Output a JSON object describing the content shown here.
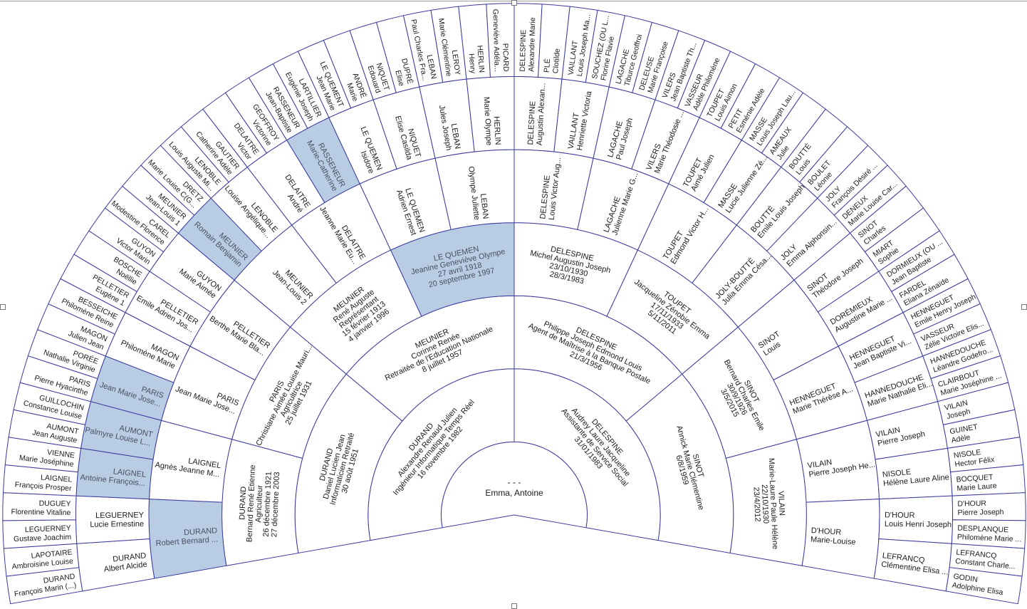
{
  "colors": {
    "line": "#3b3b9e",
    "highlight": "#b8cce4",
    "cell": "#ffffff"
  },
  "fan": {
    "root": {
      "lines": [
        "- - -",
        "Emma, Antoine"
      ]
    },
    "generations": [
      {
        "people": [
          {
            "lines": [
              "DURAND",
              "Alexandre Renaud Julien",
              "Ingénieur Informatique Temps Réel",
              "16 novembre 1982"
            ]
          },
          {
            "lines": [
              "DELESPINE",
              "Audrey Laure Jacqueline",
              "Assistante de Service Social",
              "31/01/1983"
            ]
          }
        ]
      },
      {
        "people": [
          {
            "lines": [
              "DURAND",
              "Daniel Lucien Jean",
              "Informaticien Retraité",
              "30 août 1951"
            ]
          },
          {
            "lines": [
              "MEUNIER",
              "Corinne Renée",
              "Retraitée de l'Education Nationale",
              "8 juillet 1957"
            ]
          },
          {
            "lines": [
              "DELESPINE",
              "Philippe Joseph Edmond Louis",
              "Agent de Maîtrise à la Banque Postale",
              "21/3/1956"
            ]
          },
          {
            "lines": [
              "SINOT",
              "Annick Marie Clémentine",
              "6/8/1959"
            ]
          }
        ]
      },
      {
        "people": [
          {
            "lines": [
              "DURAND",
              "Bernard René Etienne",
              "Agriculteur",
              "26 décembre 1921",
              "27 décembre 2003"
            ]
          },
          {
            "lines": [
              "PARIS",
              "Christiane Aimée Louise Mauri...",
              "Agricultrice",
              "25 juillet 1931"
            ]
          },
          {
            "lines": [
              "MEUNIER",
              "René Auguste",
              "Représentant",
              "15 février 1913",
              "4 janvier 1996"
            ]
          },
          {
            "lines": [
              "LE QUEMEN",
              "Jeanine Geneviève Olympe",
              "27 avril 1918",
              "20 septembre 1997"
            ],
            "highlighted": true
          },
          {
            "lines": [
              "DELESPINE",
              "Michel Augustin Joseph",
              "23/10/1930",
              "28/3/1983"
            ]
          },
          {
            "lines": [
              "TOUPET",
              "Jacqueline Zénobie Emma",
              "17/11/1933",
              "5/11/2011"
            ]
          },
          {
            "lines": [
              "SINOT",
              "Bernard Charles Emile",
              "30/9/1926",
              "3/5/2015"
            ]
          },
          {
            "lines": [
              "VILAIN",
              "Marie-Laure Paule Hélène",
              "22/10/1930",
              "23/4/2012"
            ]
          }
        ]
      },
      {
        "people": [
          {
            "lines": [
              "DURAND",
              "Robert Bernard ..."
            ],
            "highlighted": true
          },
          {
            "lines": [
              "LAIGNEL",
              "Agnès Jeanne M..."
            ]
          },
          {
            "lines": [
              "PARIS",
              "Jean Marie Jose..."
            ]
          },
          {
            "lines": [
              "PELLETIER",
              "Berthe Marie Bla..."
            ]
          },
          {
            "lines": [
              "MEUNIER",
              "Jean-Louis 2"
            ]
          },
          {
            "lines": [
              "DELAITRE",
              "Jeanne Marie Eu..."
            ]
          },
          {
            "lines": [
              "LE QUEMEN",
              "Adrien Ernest"
            ]
          },
          {
            "lines": [
              "LEBAN",
              "Olympe Juliette"
            ]
          },
          {
            "lines": [
              "DELESPINE",
              "Louis Victor Aug..."
            ]
          },
          {
            "lines": [
              "LAGACHE",
              "Julienne Marie G..."
            ]
          },
          {
            "lines": [
              "TOUPET",
              "Edmond Victor H..."
            ]
          },
          {
            "lines": [
              "JOLY-BOUTTÉ",
              "Julia Emma Césa..."
            ]
          },
          {
            "lines": [
              "SINOT",
              "Louis"
            ]
          },
          {
            "lines": [
              "HENNEGUET",
              "Marie Thérèse A..."
            ]
          },
          {
            "lines": [
              "VILAIN",
              "Pierre Joseph He..."
            ]
          },
          {
            "lines": [
              "D'HOUR",
              "Marie-Louise"
            ]
          }
        ]
      },
      {
        "people": [
          {
            "lines": [
              "DURAND",
              "Albert Alcide"
            ]
          },
          {
            "lines": [
              "LEGUERNEY",
              "Lucie Ernestine"
            ]
          },
          {
            "lines": [
              "LAIGNEL",
              "Antoine François..."
            ],
            "highlighted": true
          },
          {
            "lines": [
              "AUMONT",
              "Palmyre Louise L..."
            ],
            "highlighted": true
          },
          {
            "lines": [
              "PARIS",
              "Jean Marie Jose..."
            ],
            "highlighted": true
          },
          {
            "lines": [
              "MAGON",
              "Philomène Marie"
            ]
          },
          {
            "lines": [
              "PELLETIER",
              "Emile Adrien Jos..."
            ]
          },
          {
            "lines": [
              "GUYON",
              "Marie Aimée"
            ]
          },
          {
            "lines": [
              "MEUNIER",
              "Romain Benjamin"
            ],
            "highlighted": true
          },
          {
            "lines": [
              "LENOBLE",
              "Louise Angélique..."
            ]
          },
          {
            "lines": [
              "DELAITRE",
              "André"
            ]
          },
          {
            "lines": [
              "RASSENEUR",
              "Marie-Catherine"
            ],
            "highlighted": true
          },
          {
            "lines": [
              "LE QUEMEN",
              "Isidore"
            ]
          },
          {
            "lines": [
              "NIQUET",
              "Elise Casilda"
            ]
          },
          {
            "lines": [
              "LEBAN",
              "Jules Joseph"
            ]
          },
          {
            "lines": [
              "HERLIN",
              "Marie Olympe"
            ]
          },
          {
            "lines": [
              "DELESPINE",
              "Augustin Alexan..."
            ]
          },
          {
            "lines": [
              "VAILLANT",
              "Henriette Victoria"
            ]
          },
          {
            "lines": [
              "LAGACHE",
              "Paul Joseph"
            ]
          },
          {
            "lines": [
              "VILERS",
              "Marie Théodosie ..."
            ]
          },
          {
            "lines": [
              "TOUPET",
              "Aimé Julien"
            ]
          },
          {
            "lines": [
              "MASSE",
              "Lucie Julienne Zé..."
            ]
          },
          {
            "lines": [
              "BOUTTÉ",
              "Emile Louis Joseph"
            ]
          },
          {
            "lines": [
              "JOLY",
              "Emma Alphonsin..."
            ]
          },
          {
            "lines": [
              "SINOT",
              "Théodore Joseph"
            ]
          },
          {
            "lines": [
              "DORÉMIEUX",
              "Augustine Marie ..."
            ]
          },
          {
            "lines": [
              "HENNEGUET",
              "Jean Baptiste Vi..."
            ]
          },
          {
            "lines": [
              "HANNEDOUCHE",
              "Marie Nathalie Eli..."
            ]
          },
          {
            "lines": [
              "VILAIN",
              "Pierre Joseph"
            ]
          },
          {
            "lines": [
              "NISOLE",
              "Hélène Laure Aline"
            ]
          },
          {
            "lines": [
              "D'HOUR",
              "Louis Henri Joseph"
            ]
          },
          {
            "lines": [
              "LEFRANCQ",
              "Clémentine Elisa ..."
            ]
          }
        ]
      },
      {
        "people": [
          {
            "lines": [
              "DURAND",
              "François Marin (...)"
            ]
          },
          {
            "lines": [
              "LAPOTAIRE",
              "Ambroisine Louise"
            ]
          },
          {
            "lines": [
              "LEGUERNEY",
              "Gustave Joachim"
            ]
          },
          {
            "lines": [
              "DUGUEY",
              "Florentine Vitaline"
            ]
          },
          {
            "lines": [
              "LAIGNEL",
              "François Prosper"
            ]
          },
          {
            "lines": [
              "VIENNE",
              "Marie Joséphine"
            ]
          },
          {
            "lines": [
              "AUMONT",
              "Jean Auguste"
            ]
          },
          {
            "lines": [
              "GUILLOCHIN",
              "Constance Louise"
            ]
          },
          {
            "lines": [
              "PARIS",
              "Pierre Hyacinthe"
            ]
          },
          {
            "lines": [
              "PORÉE",
              "Nathalie Virginie"
            ]
          },
          {
            "lines": [
              "MAGON",
              "Julien Jean"
            ]
          },
          {
            "lines": [
              "BESSEICHE",
              "Philomène Reine"
            ]
          },
          {
            "lines": [
              "PELLETIER",
              "Eugène 1"
            ]
          },
          {
            "lines": [
              "BOSCHE",
              "Noëllie"
            ]
          },
          {
            "lines": [
              "GUYON",
              "Victor Marin"
            ]
          },
          {
            "lines": [
              "CAREL",
              "Modestine Florence"
            ]
          },
          {
            "lines": [
              "MEUNIER",
              "Jean-Louis 1"
            ]
          },
          {
            "lines": [
              "DRETZ",
              "Marie Louise C(G..."
            ]
          },
          {
            "lines": [
              "LENOBLE",
              "Louis Auguste Mi..."
            ]
          },
          {
            "lines": [
              "GAUTIER",
              "Catherine Adèle"
            ]
          },
          {
            "lines": [
              "DELAITRE",
              "Victor"
            ]
          },
          {
            "lines": [
              "GEOFFROY",
              "Victorine"
            ]
          },
          {
            "lines": [
              "RASSENEUR",
              "Jean-Baptiste"
            ]
          },
          {
            "lines": [
              "LARTILLIER",
              "Eugénie Joseph"
            ]
          },
          {
            "lines": [
              "LE QUEMENT",
              "Jean Marie"
            ]
          },
          {
            "lines": [
              "ANDRÉ",
              "Marie"
            ]
          },
          {
            "lines": [
              "NIQUET",
              "Edouard"
            ]
          },
          {
            "lines": [
              "DUPRÉ",
              "Elise"
            ]
          },
          {
            "lines": [
              "LEBAN",
              "Paul Charles Fra..."
            ]
          },
          {
            "lines": [
              "LEROY",
              "Marie Clémentine"
            ]
          },
          {
            "lines": [
              "HERLIN",
              "Henry"
            ]
          },
          {
            "lines": [
              "PICARD",
              "Geneviève Adéla..."
            ]
          },
          {
            "lines": [
              "DELESPINE",
              "Alexandre Marie"
            ]
          },
          {
            "lines": [
              "PLÉ",
              "Clotilde"
            ]
          },
          {
            "lines": [
              "VAILLANT",
              "Louis Joseph Ma..."
            ]
          },
          {
            "lines": [
              "SOUCHEZ (OU L...",
              "Florine Flavie"
            ]
          },
          {
            "lines": [
              "LAGACHE",
              "Tiburce Geoffroi"
            ]
          },
          {
            "lines": [
              "DELEUSE",
              "Marie Françoise"
            ]
          },
          {
            "lines": [
              "VILERS",
              "Jean Baptiste Th..."
            ]
          },
          {
            "lines": [
              "VASSEUR",
              "Adèle Philomène"
            ]
          },
          {
            "lines": [
              "TOUPET",
              "Louis Aimon"
            ]
          },
          {
            "lines": [
              "PETIT",
              "Esménie Adèle"
            ]
          },
          {
            "lines": [
              "MASSE",
              "Louis Joseph Lau..."
            ]
          },
          {
            "lines": [
              "AMEAUX",
              "Julie"
            ]
          },
          {
            "lines": [
              "BOUTTÉ",
              "Louis"
            ]
          },
          {
            "lines": [
              "BOULET",
              "Léonie"
            ]
          },
          {
            "lines": [
              "JOLY",
              "François Désiré ..."
            ]
          },
          {
            "lines": [
              "DENEUX",
              "Marie Louise Car..."
            ]
          },
          {
            "lines": [
              "SINOT",
              "Charles"
            ]
          },
          {
            "lines": [
              "MIART",
              "Sophie"
            ]
          },
          {
            "lines": [
              "DORMIEUX (OU ...",
              "Jean Baptiste"
            ]
          },
          {
            "lines": [
              "FARDEL",
              "Eliana Zénaïde"
            ]
          },
          {
            "lines": [
              "HENNEGUET",
              "Emile Henry Joseph"
            ]
          },
          {
            "lines": [
              "VASSEUR",
              "Zélie Victoire Elis..."
            ]
          },
          {
            "lines": [
              "HANNEDOUCHE",
              "Léandre Godefro..."
            ]
          },
          {
            "lines": [
              "CLAIRBOUT",
              "Marie Joséphine ..."
            ]
          },
          {
            "lines": [
              "VILAIN",
              "Joseph"
            ]
          },
          {
            "lines": [
              "GUINET",
              "Adèle"
            ]
          },
          {
            "lines": [
              "NISOLE",
              "Hector Félix"
            ]
          },
          {
            "lines": [
              "BOCQUET",
              "Marie Laure"
            ]
          },
          {
            "lines": [
              "D'HOUR",
              "Pierre Joseph"
            ]
          },
          {
            "lines": [
              "DESPLANQUE",
              "Philomène Marie ..."
            ]
          },
          {
            "lines": [
              "LEFRANCQ",
              "Constant Charle..."
            ]
          },
          {
            "lines": [
              "GODIN",
              "Adolphine Elisa"
            ]
          }
        ]
      }
    ]
  }
}
